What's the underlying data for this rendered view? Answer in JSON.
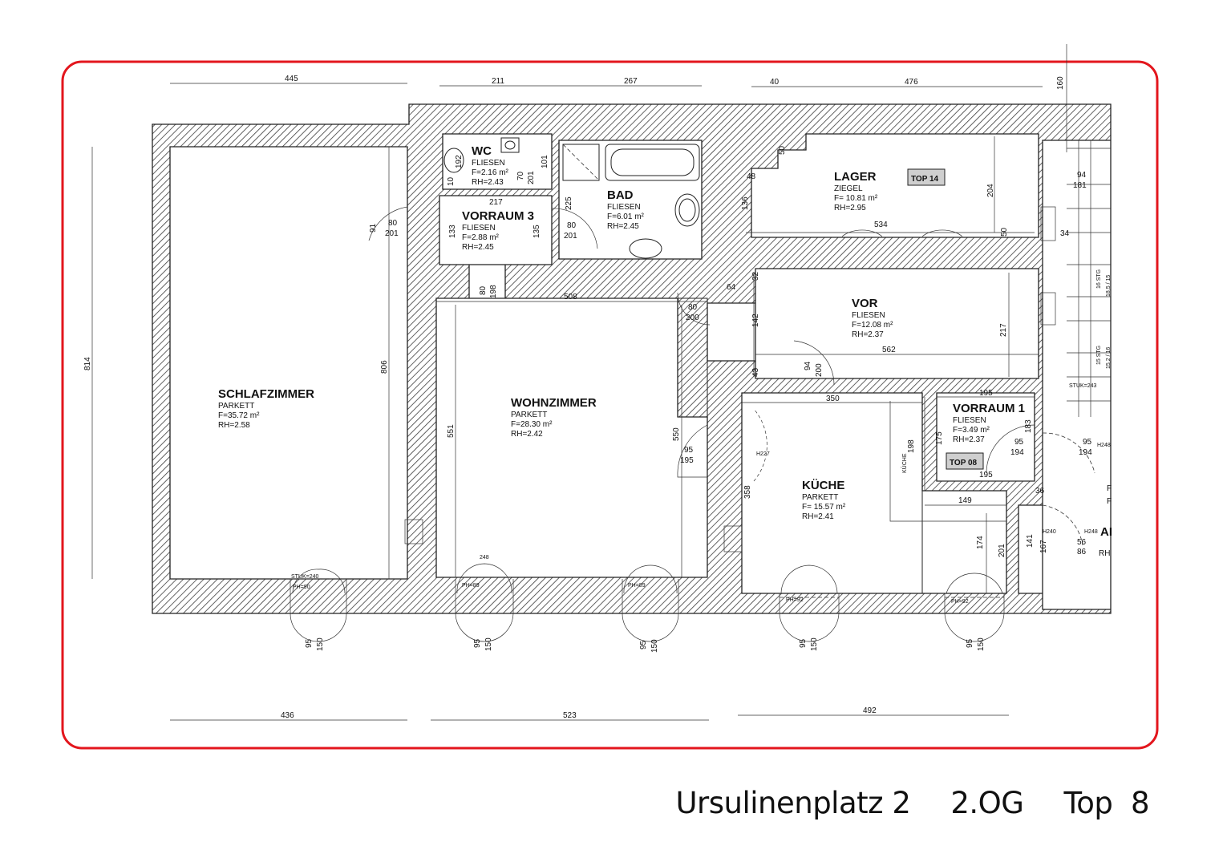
{
  "frame_color": "#e3161d",
  "rooms": {
    "schlafzimmer": {
      "name": "SCHLAFZIMMER",
      "floor": "PARKETT",
      "area": "F=35.72 m²",
      "height": "RH=2.58"
    },
    "wohnzimmer": {
      "name": "WOHNZIMMER",
      "floor": "PARKETT",
      "area": "F=28.30 m²",
      "height": "RH=2.42"
    },
    "kueche": {
      "name": "KÜCHE",
      "floor": "PARKETT",
      "area": "F= 15.57 m²",
      "height": "RH=2.41"
    },
    "wc": {
      "name": "WC",
      "floor": "FLIESEN",
      "area": "F=2.16 m²",
      "height": "RH=2.43"
    },
    "bad": {
      "name": "BAD",
      "floor": "FLIESEN",
      "area": "F=6.01 m²",
      "height": "RH=2.45"
    },
    "vorraum3": {
      "name": "VORRAUM 3",
      "floor": "FLIESEN",
      "area": "F=2.88 m²",
      "height": "RH=2.45"
    },
    "lager": {
      "name": "LAGER",
      "floor": "ZIEGEL",
      "area": "F= 10.81 m²",
      "height": "RH=2.95"
    },
    "vorraum2": {
      "name": "VOR",
      "floor": "FLIESEN",
      "area": "F=12.08 m²",
      "height": "RH=2.37"
    },
    "vorraum1": {
      "name": "VORRAUM 1",
      "floor": "FLIESEN",
      "area": "F=3.49 m²",
      "height": "RH=2.37"
    }
  },
  "tags": {
    "top14": "TOP 14",
    "top08": "TOP 08"
  },
  "dims": {
    "d445": "445",
    "d211": "211",
    "d267": "267",
    "d40": "40",
    "d476": "476",
    "d160": "160",
    "d814": "814",
    "d806": "806",
    "d551": "551",
    "d550": "550",
    "d508": "508",
    "d534": "534",
    "d562": "562",
    "d350": "350",
    "d195a": "195",
    "d195b": "195",
    "d149": "149",
    "d217a": "217",
    "d217b": "217",
    "d204": "204",
    "d142": "142",
    "d43": "43",
    "d64": "64",
    "d32": "32",
    "d48": "48",
    "d136": "136",
    "d50a": "50",
    "d50b": "50",
    "d80a": "80",
    "d201a": "201",
    "d80b": "80",
    "d201b": "201",
    "d91": "91",
    "d133": "133",
    "d135": "135",
    "d225": "225",
    "d10": "10",
    "d70": "70",
    "d201c": "201",
    "d101": "101",
    "d192": "192",
    "d80c": "80",
    "d198a": "198",
    "d80d": "80",
    "d200a": "200",
    "d94a": "94",
    "d200b": "200",
    "d95a": "95",
    "d195c": "195",
    "d95b": "95",
    "d194a": "194",
    "d95c": "95",
    "d194b": "194",
    "d94b": "94",
    "d181": "181",
    "d174": "174",
    "d201d": "201",
    "d141": "141",
    "d167": "167",
    "d56": "56",
    "d86": "86",
    "d175": "175",
    "d183": "183",
    "d198b": "198",
    "d358": "358",
    "d36": "36",
    "d34": "34",
    "w95a": "95",
    "w150a": "150",
    "w95b": "95",
    "w150b": "150",
    "w95c": "95",
    "w150c": "150",
    "w95d": "95",
    "w150d": "150",
    "w95e": "95",
    "w150e": "150",
    "d436": "436",
    "d523": "523",
    "d492": "492"
  },
  "small": {
    "stg16": "16 STG",
    "stg15": "15 STG",
    "stg185": "18,5 / 15",
    "stg152": "15,2 / 16",
    "stuk": "STUK=243",
    "kueche_v": "KÜCHE",
    "h227": "H227",
    "ph90": "PH=90",
    "ph89a": "PH=89",
    "ph89b": "PH=89",
    "ph92a": "PH=92",
    "ph92b": "PH=92",
    "stuk240": "STUK=240",
    "n248": "248",
    "h248": "H248",
    "h248b": "H248",
    "h240": "H240",
    "al": "AI",
    "rh": "RH",
    "f1": "F",
    "f2": "F"
  },
  "footer": {
    "address": "Ursulinenplatz 2",
    "floor": "2.OG",
    "unit": "Top  8"
  }
}
